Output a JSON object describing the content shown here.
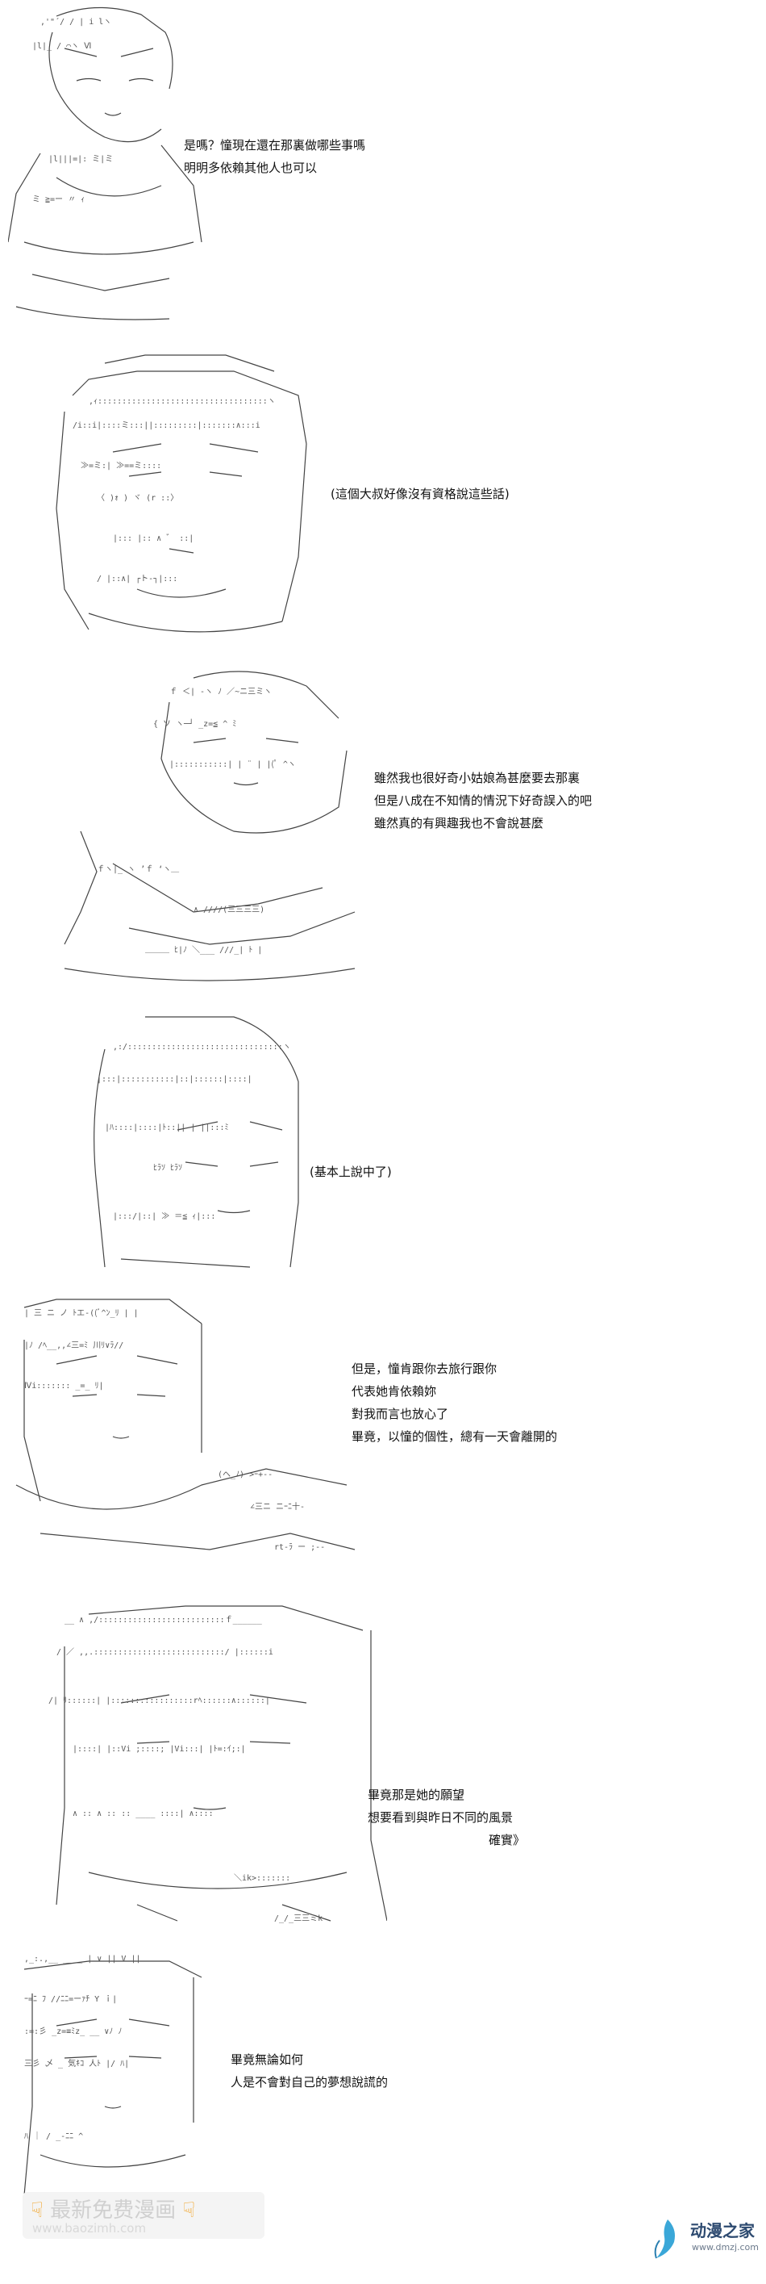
{
  "panels": [
    {
      "id": "p1",
      "lines": [
        "是嗎？憧現在還在那裏做哪些事嗎",
        "明明多依賴其他人也可以"
      ]
    },
    {
      "id": "p2",
      "lines": [
        "(這個大叔好像沒有資格說這些話)"
      ]
    },
    {
      "id": "p3",
      "lines": [
        "雖然我也很好奇小姑娘為甚麼要去那裏",
        "但是八成在不知情的情況下好奇誤入的吧",
        "雖然真的有興趣我也不會說甚麼"
      ]
    },
    {
      "id": "p4",
      "lines": [
        "(基本上說中了)"
      ]
    },
    {
      "id": "p5",
      "lines": [
        "但是，憧肯跟你去旅行跟你",
        "代表她肯依賴妳",
        "對我而言也放心了",
        "畢竟，以憧的個性，總有一天會離開的"
      ]
    },
    {
      "id": "p6",
      "lines": [
        "畢竟那是她的願望",
        "想要看到與昨日不同的風景",
        "確實》"
      ]
    },
    {
      "id": "p7",
      "lines": [
        "畢竟無論如何",
        "人是不會對自己的夢想說謊的"
      ]
    }
  ],
  "watermark": {
    "left_line1": "最新免费漫画",
    "left_line2": "www.baozimh.com",
    "right_line1": "动漫之家",
    "right_line2": "www.dmzj.com"
  }
}
